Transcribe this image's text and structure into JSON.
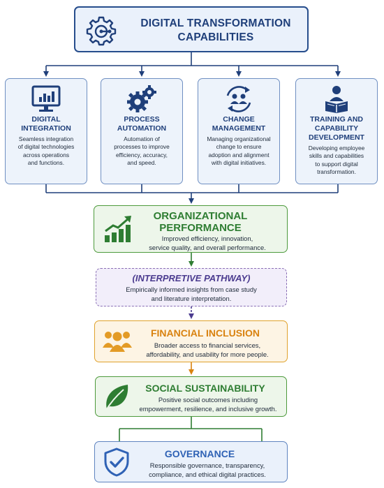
{
  "header": {
    "title": "DIGITAL TRANSFORMATION\nCAPABILITIES",
    "icon": "gear-circuit-icon"
  },
  "capabilities": [
    {
      "title": "DIGITAL\nINTEGRATION",
      "description": "Seamless integration\nof digital technologies\nacross operations\nand functions.",
      "icon": "monitor-chart-icon"
    },
    {
      "title": "PROCESS\nAUTOMATION",
      "description": "Automation of\nprocesses to improve\nefficiency, accuracy,\nand speed.",
      "icon": "gears-icon"
    },
    {
      "title": "CHANGE\nMANAGEMENT",
      "description": "Managing organizational\nchange to ensure\nadoption and alignment\nwith digital initiatives.",
      "icon": "people-cycle-icon"
    },
    {
      "title": "TRAINING AND\nCAPABILITY\nDEVELOPMENT",
      "description": "Developing employee\nskills and capabilities\nto support digital\ntransformation.",
      "icon": "person-reading-icon"
    }
  ],
  "performance": {
    "title": "ORGANIZATIONAL\nPERFORMANCE",
    "description": "Improved efficiency, innovation,\nservice quality, and overall performance.",
    "icon": "growth-chart-icon"
  },
  "interpretive": {
    "title": "(INTERPRETIVE PATHWAY)",
    "description": "Empirically informed insights from case study\nand literature interpretation."
  },
  "financial": {
    "title": "FINANCIAL INCLUSION",
    "description": "Broader access to financial services,\naffordability, and usability for more people.",
    "icon": "people-group-icon"
  },
  "social": {
    "title": "SOCIAL SUSTAINABILITY",
    "description": "Positive social outcomes including\nempowerment, resilience, and inclusive growth.",
    "icon": "leaf-icon"
  },
  "governance": {
    "title": "GOVERNANCE",
    "description": "Responsible governance, transparency,\ncompliance, and ethical digital practices.",
    "icon": "shield-check-icon"
  },
  "colors": {
    "navy": "#1f3f7a",
    "green": "#2e7d32",
    "purple": "#4b3b8f",
    "orange": "#d9820f",
    "blue": "#2f62b5"
  }
}
